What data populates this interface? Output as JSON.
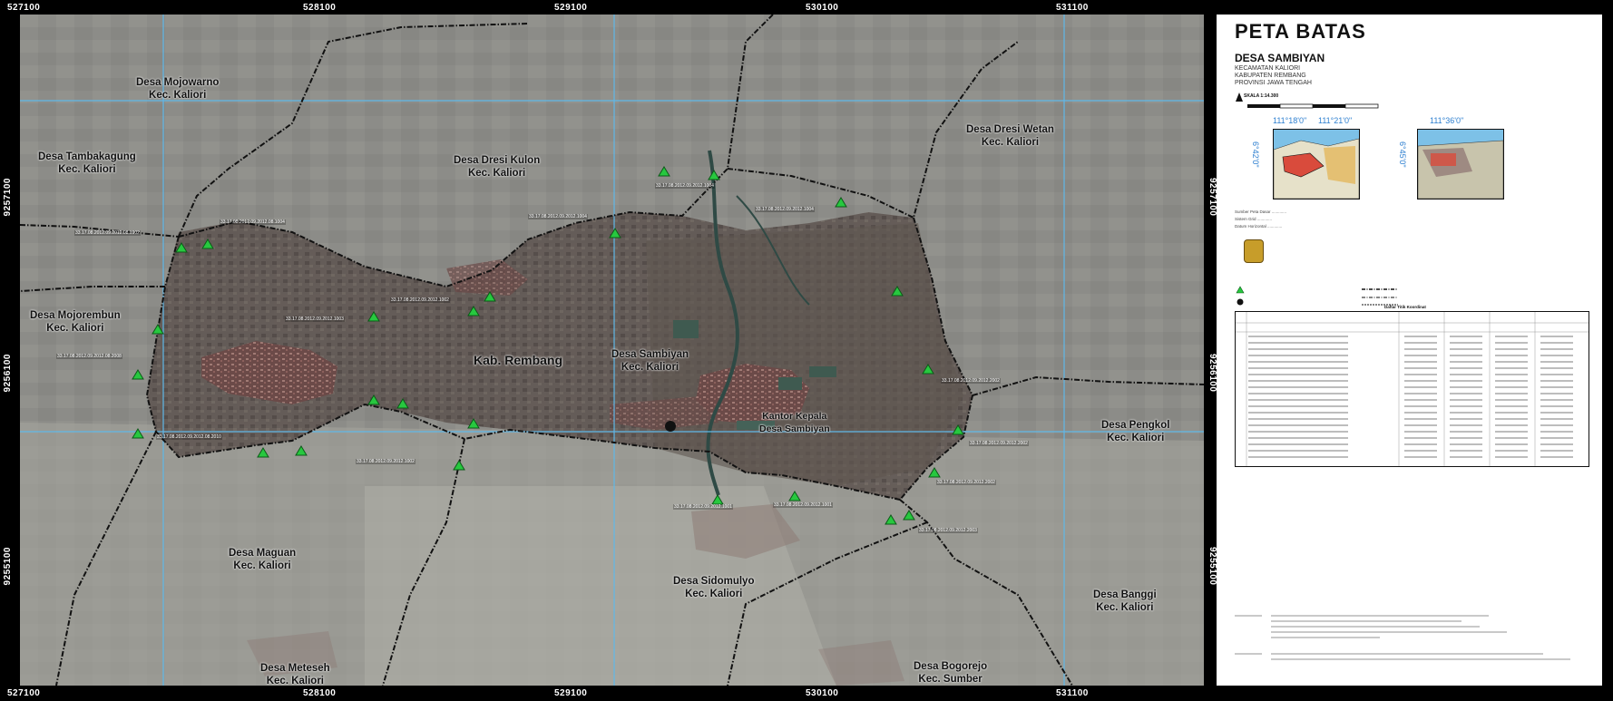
{
  "map": {
    "coords_top": [
      "527100",
      "528100",
      "529100",
      "530100",
      "531100"
    ],
    "coords_bottom": [
      "527100",
      "528100",
      "529100",
      "530100",
      "531100"
    ],
    "coords_left": [
      "9257100",
      "9256100",
      "9255100"
    ],
    "coords_right": [
      "9257100",
      "9256100",
      "9255100"
    ],
    "villages": [
      {
        "name": "Desa Mojowarno",
        "kec": "Kec. Kaliori"
      },
      {
        "name": "Desa Tambakagung",
        "kec": "Kec. Kaliori"
      },
      {
        "name": "Desa Dresi Kulon",
        "kec": "Kec. Kaliori"
      },
      {
        "name": "Desa Dresi Wetan",
        "kec": "Kec. Kaliori"
      },
      {
        "name": "Desa Mojorembun",
        "kec": "Kec. Kaliori"
      },
      {
        "name": "Kab. Rembang",
        "kec": ""
      },
      {
        "name": "Desa Sambiyan",
        "kec": "Kec. Kaliori"
      },
      {
        "name": "Kantor Kepala",
        "kec": "Desa Sambiyan"
      },
      {
        "name": "Desa Pengkol",
        "kec": "Kec. Kaliori"
      },
      {
        "name": "Desa Maguan",
        "kec": "Kec. Kaliori"
      },
      {
        "name": "Desa Sidomulyo",
        "kec": "Kec. Kaliori"
      },
      {
        "name": "Desa Banggi",
        "kec": "Kec. Kaliori"
      },
      {
        "name": "Desa Bogorejo",
        "kec": "Kec. Sumber"
      },
      {
        "name": "Desa Meteseh",
        "kec": "Kec. Kaliori"
      }
    ]
  },
  "panel": {
    "title": "PETA BATAS",
    "village": "DESA SAMBIYAN",
    "kecamatan": "KECAMATAN KALIORI",
    "kabupaten": "KABUPATEN REMBANG",
    "provinsi": "PROVINSI JAWA TENGAH",
    "scale": "SKALA 1:14.300",
    "inset_ticks": [
      "111°18'0\"",
      "111°21'0\"",
      "111°36'0\"",
      "6°42'0\"",
      "6°45'0\""
    ],
    "table_title": "Daftar Titik Koordinat"
  }
}
